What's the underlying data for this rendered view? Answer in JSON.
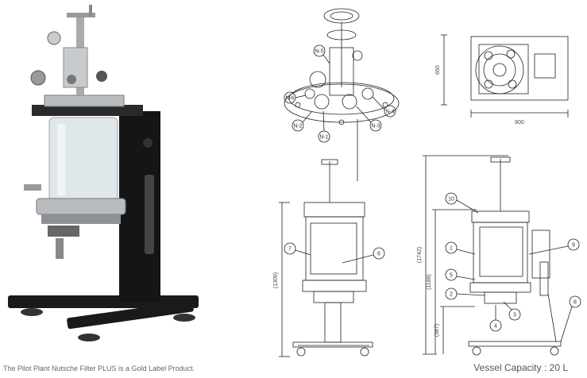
{
  "caption": "The Pilot Plant Nutsche Filter PLUS is a Gold Label Product.",
  "capacity": "Vessel Capacity : 20 L",
  "top_view": {
    "labels": [
      "N-5",
      "N-6",
      "N-2",
      "N-1",
      "N-3",
      "N-4"
    ]
  },
  "plan_view": {
    "depth": "650",
    "width": "800"
  },
  "side_view": {
    "height": "(1309)",
    "labels": [
      "7",
      "6"
    ]
  },
  "front_view": {
    "overall_height": "(1742)",
    "mid_height": "(1188)",
    "low_height": "(387)",
    "labels": [
      "10",
      "1",
      "9",
      "5",
      "2",
      "3",
      "4",
      "8"
    ]
  },
  "colors": {
    "frame": "#1a1a1a",
    "glass": "#dfe7ea",
    "steel": "#b9bcbf",
    "line": "#222222"
  }
}
